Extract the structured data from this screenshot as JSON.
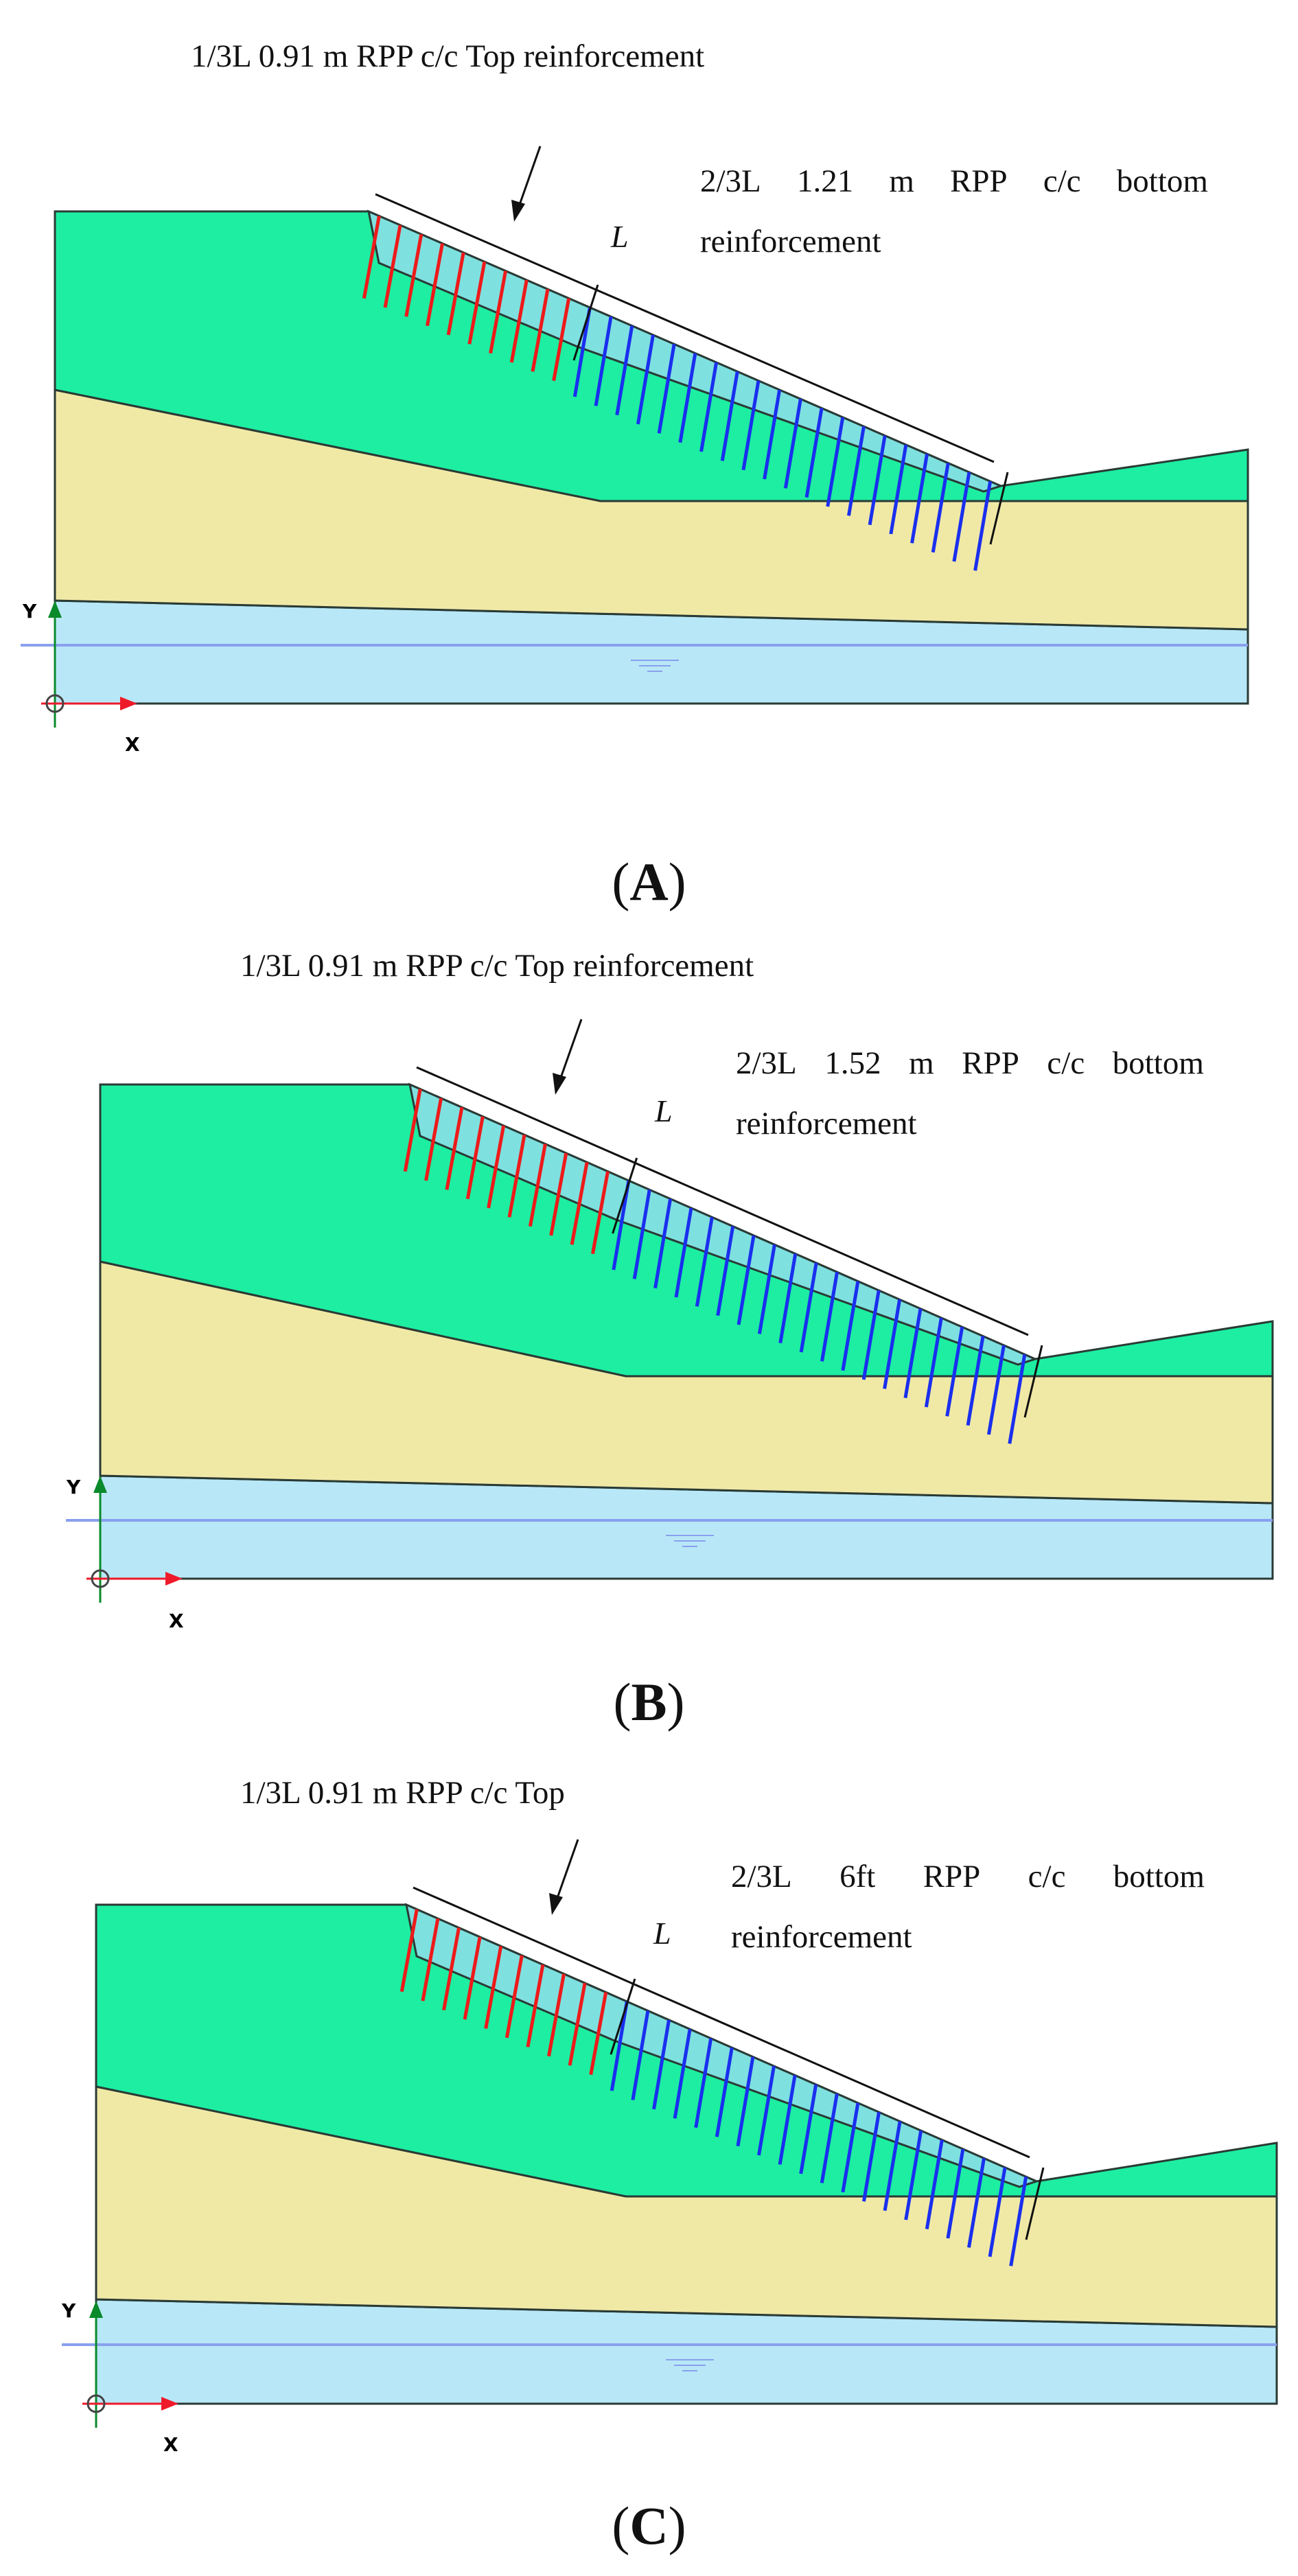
{
  "colors": {
    "upper_soil": "#1deea2",
    "middle_soil": "#f0e9a6",
    "lower_soil": "#b8e8f7",
    "water_line": "#8aa0ee",
    "reinforced_zone": "#7fe0e0",
    "top_reinforcement": "#ee1a1a",
    "bottom_reinforcement": "#1a2fee",
    "axis_y": "#0a8a2a",
    "axis_x": "#ee1a2a",
    "outline": "#2a3a35"
  },
  "panels": [
    {
      "id": "A",
      "top_label": "1/3L 0.91 m RPP c/c Top reinforcement",
      "bottom_label_line1": [
        "2/3L",
        "1.21",
        "m",
        "RPP",
        "c/c",
        "bottom"
      ],
      "bottom_label_line2": "reinforcement",
      "length_mark": "L",
      "caption_open": "(",
      "caption_letter": "A",
      "caption_close": ")",
      "axis_y_label": "Y",
      "axis_x_label": "X"
    },
    {
      "id": "B",
      "top_label": "1/3L 0.91 m RPP c/c Top reinforcement",
      "bottom_label_line1": [
        "2/3L",
        "1.52",
        "m",
        "RPP",
        "c/c",
        "bottom"
      ],
      "bottom_label_line2": "reinforcement",
      "length_mark": "L",
      "caption_open": "(",
      "caption_letter": "B",
      "caption_close": ")",
      "axis_y_label": "Y",
      "axis_x_label": "X"
    },
    {
      "id": "C",
      "top_label": "1/3L 0.91 m RPP c/c Top",
      "bottom_label_line1": [
        "2/3L",
        "6ft",
        "RPP",
        "c/c",
        "bottom"
      ],
      "bottom_label_line2": "reinforcement",
      "length_mark": "L",
      "caption_open": "(",
      "caption_letter": "C",
      "caption_close": ")",
      "axis_y_label": "Y",
      "axis_x_label": "X"
    }
  ]
}
